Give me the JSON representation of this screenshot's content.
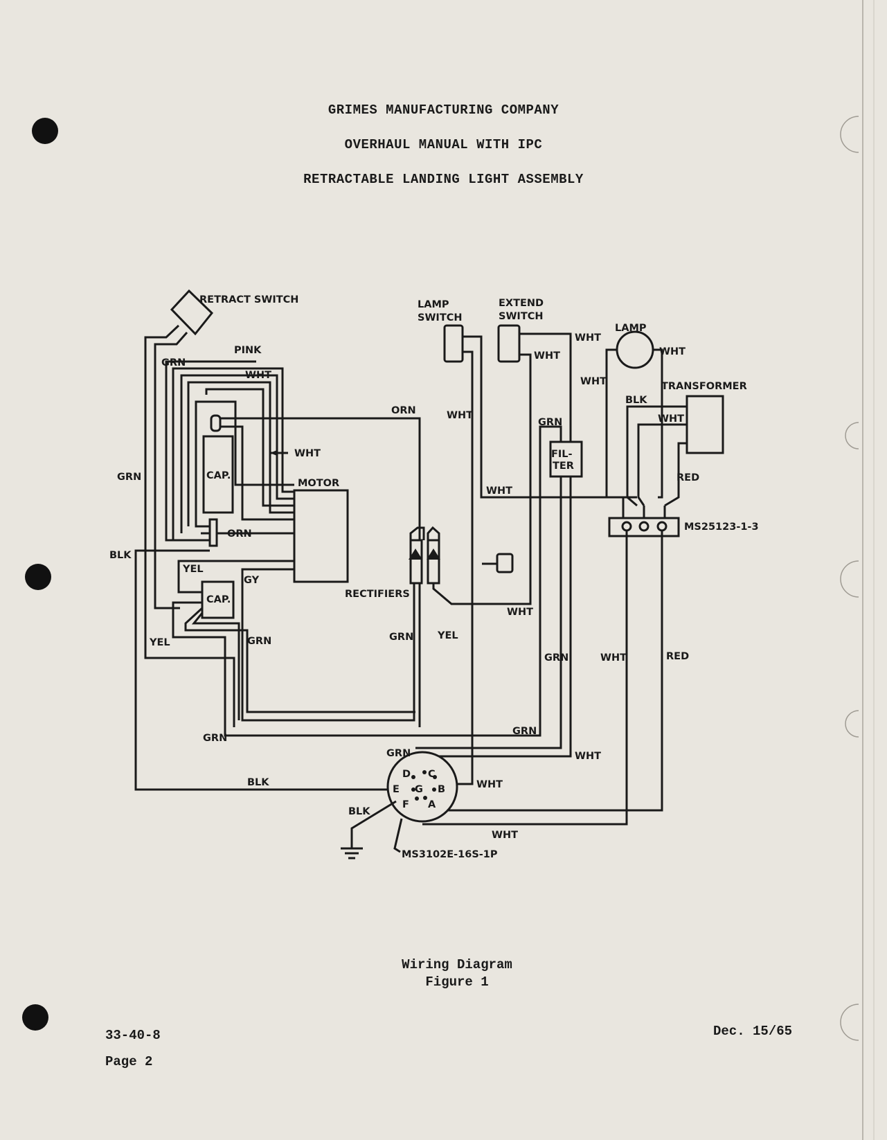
{
  "header": {
    "company": "GRIMES MANUFACTURING COMPANY",
    "manual": "OVERHAUL MANUAL WITH IPC",
    "assembly": "RETRACTABLE LANDING LIGHT ASSEMBLY"
  },
  "components": {
    "retract_switch": "RETRACT SWITCH",
    "lamp_switch_1": "LAMP",
    "lamp_switch_2": "SWITCH",
    "extend_switch_1": "EXTEND",
    "extend_switch_2": "SWITCH",
    "lamp": "LAMP",
    "transformer": "TRANSFORMER",
    "motor": "MOTOR",
    "cap_upper": "CAP.",
    "cap_lower": "CAP.",
    "filter_1": "FIL-",
    "filter_2": "TER",
    "rectifiers": "RECTIFIERS",
    "terminal_block": "MS25123-1-3",
    "connector": "MS3102E-16S-1P"
  },
  "connector_pins": [
    "D",
    "C",
    "E",
    "G",
    "B",
    "F",
    "A"
  ],
  "wire_labels": {
    "pink": "PINK",
    "grn_retract": "GRN",
    "wht_top": "WHT",
    "wht_mid": "WHT",
    "orn_top": "ORN",
    "grn_left": "GRN",
    "orn_mid": "ORN",
    "blk_left": "BLK",
    "yel_cap": "YEL",
    "gy": "GY",
    "yel_low": "YEL",
    "grn_low": "GRN",
    "wht_lampsw": "WHT",
    "wht_extend_top": "WHT",
    "wht_extend_side": "WHT",
    "wht_lamp": "WHT",
    "wht_lamp_left": "WHT",
    "blk_transformer": "BLK",
    "wht_transformer": "WHT",
    "red_transformer": "RED",
    "grn_filter": "GRN",
    "wht_horizontal": "WHT",
    "wht_rectifier": "WHT",
    "grn_rect": "GRN",
    "yel_rect": "YEL",
    "grn_filter_down": "GRN",
    "wht_block": "WHT",
    "red_block": "RED",
    "grn_bottom_right": "GRN",
    "grn_bottom_left": "GRN",
    "grn_connector": "GRN",
    "wht_connector_c": "WHT",
    "blk_connector": "BLK",
    "wht_connector_b": "WHT",
    "blk_ground": "BLK",
    "wht_connector_a": "WHT"
  },
  "caption": {
    "title": "Wiring Diagram",
    "figure": "Figure 1"
  },
  "footer": {
    "doc_number": "33-40-8",
    "page": "Page 2",
    "date": "Dec. 15/65"
  }
}
